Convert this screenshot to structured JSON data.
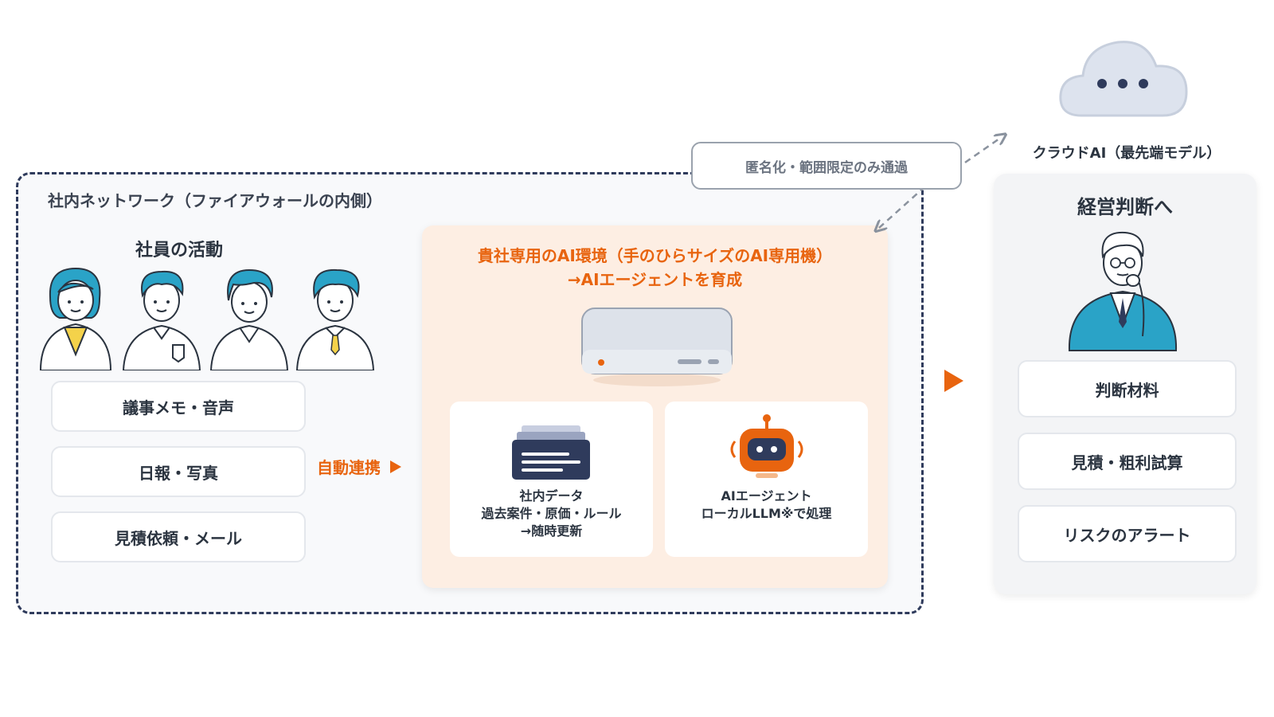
{
  "network": {
    "title": "社内ネットワーク（ファイアウォールの内側）"
  },
  "employees": {
    "title": "社員の活動",
    "items": [
      "議事メモ・音声",
      "日報・写真",
      "見積依頼・メール"
    ]
  },
  "connector": {
    "label": "自動連携"
  },
  "ai_env": {
    "title_line1": "貴社専用のAI環境（手のひらサイズのAI専用機）",
    "title_line2": "→AIエージェントを育成",
    "data_card": {
      "line1": "社内データ",
      "line2": "過去案件・原価・ルール",
      "line3": "→随時更新"
    },
    "agent_card": {
      "line1": "AIエージェント",
      "line2": "ローカルLLM※で処理"
    }
  },
  "anonymize": {
    "label": "匿名化・範囲限定のみ通過"
  },
  "cloud": {
    "label": "クラウドAI（最先端モデル）"
  },
  "management": {
    "title": "経営判断へ",
    "items": [
      "判断材料",
      "見積・粗利試算",
      "リスクのアラート"
    ]
  },
  "colors": {
    "accent": "#e8640f",
    "teal": "#2aa3c7",
    "navy": "#2f3b5c",
    "panel_orange": "#fdeee3",
    "cloud": "#dde3ee"
  }
}
